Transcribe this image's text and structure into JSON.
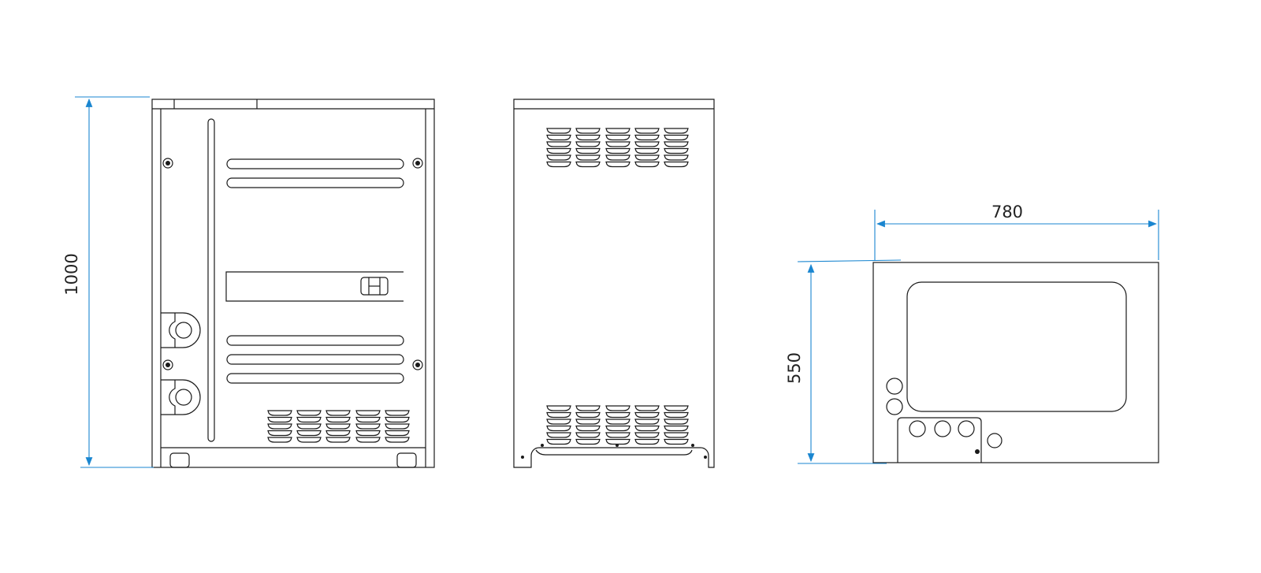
{
  "dimensions": {
    "height": "1000",
    "depth": "550",
    "width": "780"
  },
  "louvers": {
    "front_bottom_rows": 5,
    "side_top_rows": 6,
    "side_bottom_rows": 6,
    "columns": 5
  },
  "colors": {
    "line": "#1a1a1a",
    "dimension": "#1a86d0"
  }
}
